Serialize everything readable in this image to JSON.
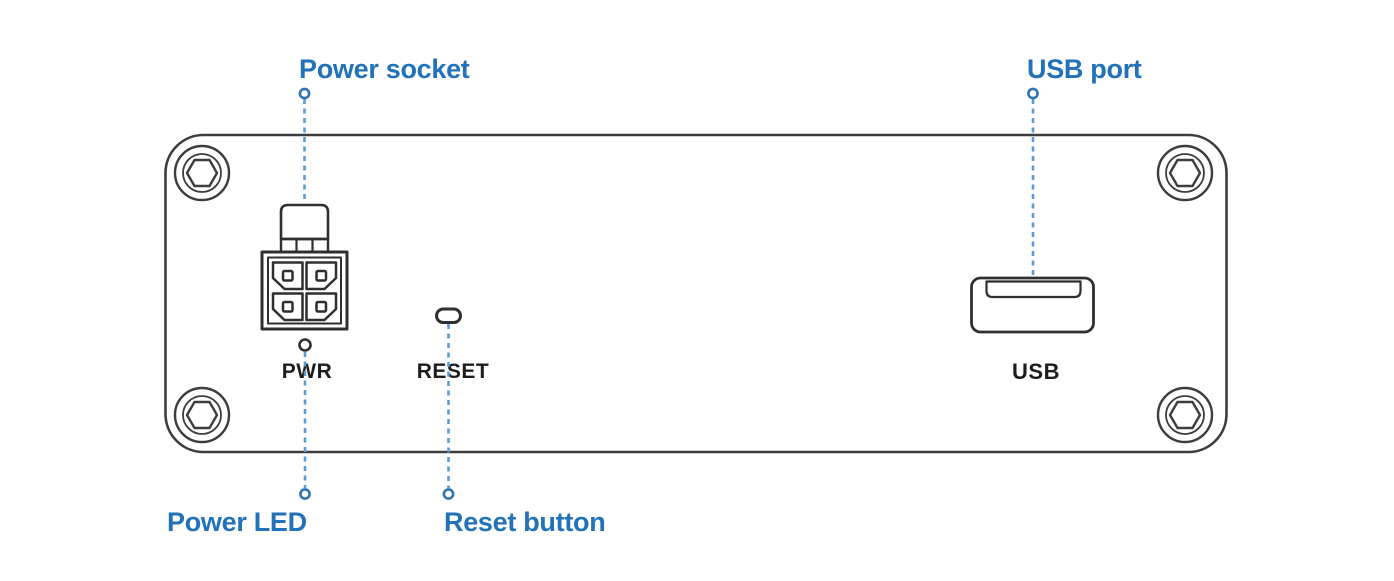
{
  "diagram": {
    "description": "Rear panel connection diagram of a network device",
    "callouts": [
      {
        "id": "power-socket",
        "label": "Power socket",
        "position": "top-left",
        "points_to": "4-pin power connector"
      },
      {
        "id": "usb-port",
        "label": "USB port",
        "position": "top-right",
        "points_to": "USB receptacle"
      },
      {
        "id": "power-led",
        "label": "Power LED",
        "position": "bottom-left",
        "points_to": "PWR indicator LED"
      },
      {
        "id": "reset-button",
        "label": "Reset button",
        "position": "bottom-center",
        "points_to": "recessed reset hole"
      }
    ],
    "panel_labels": {
      "pwr": "PWR",
      "reset": "RESET",
      "usb": "USB"
    },
    "device_features": [
      "four corner hex screws",
      "4-pin power socket with latch",
      "power LED",
      "reset pinhole",
      "USB type-A port"
    ],
    "colors": {
      "callout_text": "#2272b9",
      "leader_dash": "#5b9bd5",
      "leader_marker_stroke": "#2e74b5",
      "device_outline": "#3d3d3d",
      "connector_stroke": "#2f2f2f",
      "panel_label_text": "#1d1d1d",
      "background": "#ffffff"
    }
  }
}
